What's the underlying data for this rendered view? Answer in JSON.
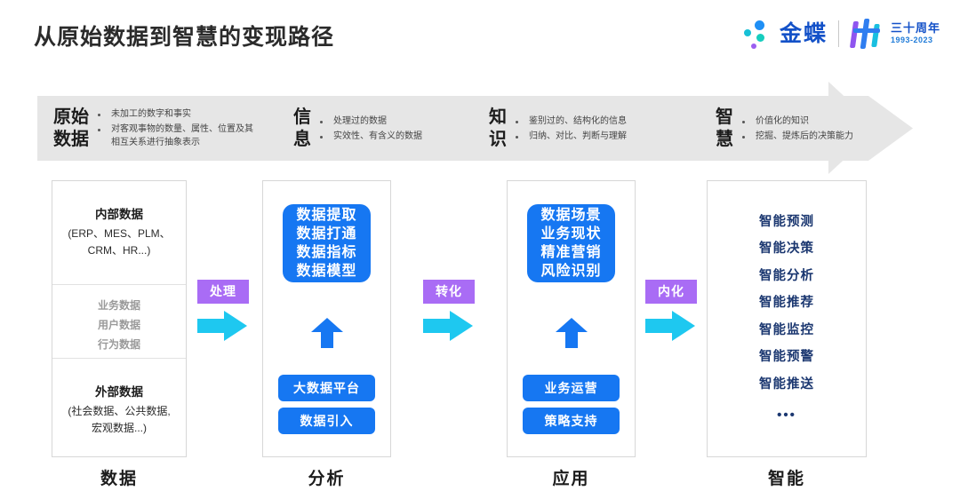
{
  "header": {
    "title": "从原始数据到智慧的变现路径",
    "brand_name": "金蝶",
    "anniversary_cn": "三十周年",
    "anniversary_years": "1993-2023",
    "accent_blue": "#1677f2",
    "accent_purple": "#a96cf5",
    "accent_cyan": "#1ec8f0",
    "brand_navy": "#1351c8"
  },
  "banner": {
    "background": "#e6e6e6",
    "stages": [
      {
        "name": "原始\n数据",
        "name_l1": "原始",
        "name_l2": "数据",
        "bullets": [
          "未加工的数字和事实",
          "对客观事物的数量、属性、位置及其相互关系进行抽象表示"
        ]
      },
      {
        "name_l1": "信",
        "name_l2": "息",
        "bullets": [
          "处理过的数据",
          "实效性、有含义的数据"
        ]
      },
      {
        "name_l1": "知",
        "name_l2": "识",
        "bullets": [
          "鉴别过的、结构化的信息",
          "归纳、对比、判断与理解"
        ]
      },
      {
        "name_l1": "智",
        "name_l2": "慧",
        "bullets": [
          "价值化的知识",
          "挖掘、提炼后的决策能力"
        ]
      }
    ]
  },
  "columns": {
    "data": {
      "bottom_label": "数据",
      "internal_title": "内部数据",
      "internal_sub_l1": "(ERP、MES、PLM、",
      "internal_sub_l2": "CRM、HR...)",
      "middle_items": [
        "业务数据",
        "用户数据",
        "行为数据"
      ],
      "external_title": "外部数据",
      "external_sub_l1": "(社会数据、公共数据,",
      "external_sub_l2": "宏观数据...)"
    },
    "analysis": {
      "bottom_label": "分析",
      "main_items": [
        "数据提取",
        "数据打通",
        "数据指标",
        "数据模型"
      ],
      "pills": [
        "大数据平台",
        "数据引入"
      ]
    },
    "application": {
      "bottom_label": "应用",
      "main_items": [
        "数据场景",
        "业务现状",
        "精准营销",
        "风险识别"
      ],
      "pills": [
        "业务运营",
        "策略支持"
      ]
    },
    "smart": {
      "bottom_label": "智能",
      "items": [
        "智能预测",
        "智能决策",
        "智能分析",
        "智能推荐",
        "智能监控",
        "智能预警",
        "智能推送"
      ],
      "ellipsis": "•••"
    }
  },
  "connectors": [
    {
      "label": "处理"
    },
    {
      "label": "转化"
    },
    {
      "label": "内化"
    }
  ]
}
